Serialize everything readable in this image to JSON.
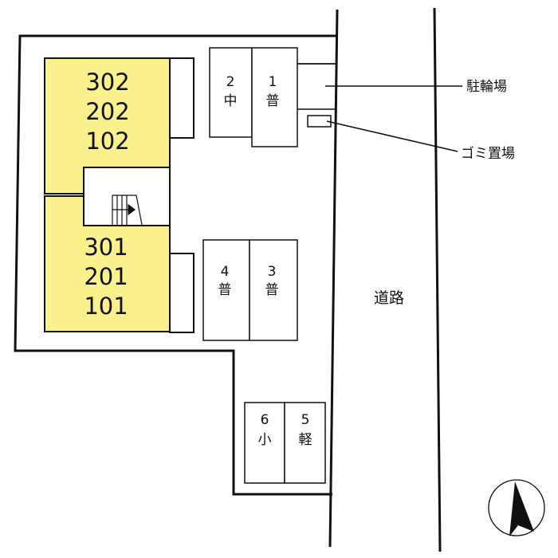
{
  "units_upper": [
    "302",
    "202",
    "102"
  ],
  "units_lower": [
    "301",
    "201",
    "101"
  ],
  "parking": [
    {
      "number": "1",
      "type": "普"
    },
    {
      "number": "2",
      "type": "中"
    },
    {
      "number": "3",
      "type": "普"
    },
    {
      "number": "4",
      "type": "普"
    },
    {
      "number": "5",
      "type": "軽"
    },
    {
      "number": "6",
      "type": "小"
    }
  ],
  "labels": {
    "bicycle_parking": "駐輪場",
    "garbage_area": "ゴミ置場",
    "road": "道路"
  },
  "colors": {
    "building": "#FAF08C",
    "line": "#111111"
  }
}
